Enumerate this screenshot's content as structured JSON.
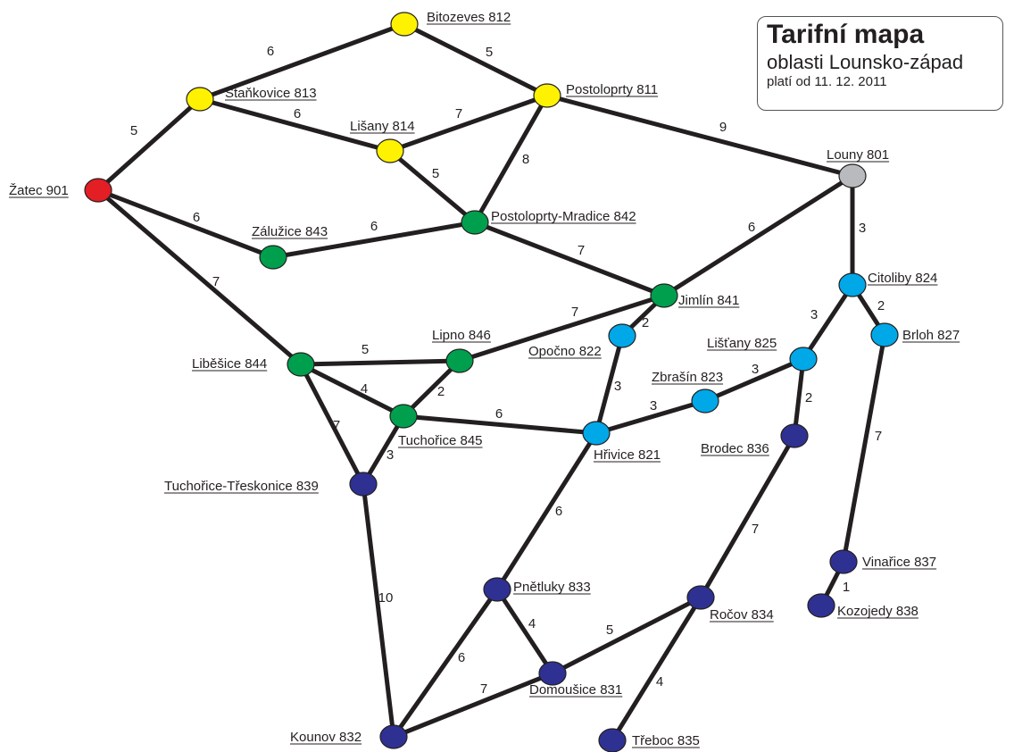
{
  "title": {
    "main": "Tarifní mapa",
    "subtitle": "oblasti Lounsko-západ",
    "validity": "platí od 11. 12. 2011"
  },
  "zone_colors": {
    "red": "#e31e24",
    "yellow": "#fff200",
    "gray": "#b9babd",
    "green": "#009f4d",
    "light_blue": "#00a8e8",
    "dark_blue": "#2e3192"
  },
  "stops": [
    {
      "id": "zatec",
      "label": "Žatec 901",
      "zone": "red"
    },
    {
      "id": "bitozeves",
      "label": "Bitozeves 812",
      "zone": "yellow"
    },
    {
      "id": "stankovice",
      "label": "Staňkovice 813",
      "zone": "yellow"
    },
    {
      "id": "postoloprty",
      "label": "Postoloprty 811",
      "zone": "yellow"
    },
    {
      "id": "lisany",
      "label": "Lišany 814",
      "zone": "yellow"
    },
    {
      "id": "louny",
      "label": "Louny 801",
      "zone": "gray"
    },
    {
      "id": "mradice",
      "label": "Postoloprty-Mradice 842",
      "zone": "green"
    },
    {
      "id": "zaluzice",
      "label": "Zálužice 843",
      "zone": "green"
    },
    {
      "id": "jimlin",
      "label": "Jimlín 841",
      "zone": "green"
    },
    {
      "id": "libesice",
      "label": "Liběšice 844",
      "zone": "green"
    },
    {
      "id": "lipno",
      "label": "Lipno 846",
      "zone": "green"
    },
    {
      "id": "tuchorice",
      "label": "Tuchořice 845",
      "zone": "green"
    },
    {
      "id": "citoliby",
      "label": "Citoliby 824",
      "zone": "light_blue"
    },
    {
      "id": "brloh",
      "label": "Brloh 827",
      "zone": "light_blue"
    },
    {
      "id": "listany",
      "label": "Lišťany 825",
      "zone": "light_blue"
    },
    {
      "id": "opocno",
      "label": "Opočno 822",
      "zone": "light_blue"
    },
    {
      "id": "zbrasin",
      "label": "Zbrašín 823",
      "zone": "light_blue"
    },
    {
      "id": "hrivice",
      "label": "Hřivice 821",
      "zone": "light_blue"
    },
    {
      "id": "brodec",
      "label": "Brodec 836",
      "zone": "dark_blue"
    },
    {
      "id": "treskonice",
      "label": "Tuchořice-Třeskonice 839",
      "zone": "dark_blue"
    },
    {
      "id": "vinarice",
      "label": "Vinařice 837",
      "zone": "dark_blue"
    },
    {
      "id": "kozojedy",
      "label": "Kozojedy 838",
      "zone": "dark_blue"
    },
    {
      "id": "pnetluky",
      "label": "Pnětluky 833",
      "zone": "dark_blue"
    },
    {
      "id": "rocov",
      "label": "Ročov 834",
      "zone": "dark_blue"
    },
    {
      "id": "domousice",
      "label": "Domoušice 831",
      "zone": "dark_blue"
    },
    {
      "id": "kounov",
      "label": "Kounov 832",
      "zone": "dark_blue"
    },
    {
      "id": "treboc",
      "label": "Třeboc 835",
      "zone": "dark_blue"
    }
  ],
  "edges": [
    {
      "from": "bitozeves",
      "to": "stankovice",
      "weight": "6"
    },
    {
      "from": "bitozeves",
      "to": "postoloprty",
      "weight": "5"
    },
    {
      "from": "stankovice",
      "to": "zatec",
      "weight": "5"
    },
    {
      "from": "stankovice",
      "to": "lisany",
      "weight": "6"
    },
    {
      "from": "lisany",
      "to": "postoloprty",
      "weight": "7"
    },
    {
      "from": "postoloprty",
      "to": "louny",
      "weight": "9"
    },
    {
      "from": "postoloprty",
      "to": "mradice",
      "weight": "8"
    },
    {
      "from": "lisany",
      "to": "mradice",
      "weight": "5"
    },
    {
      "from": "zatec",
      "to": "zaluzice",
      "weight": "6"
    },
    {
      "from": "zaluzice",
      "to": "mradice",
      "weight": "6"
    },
    {
      "from": "zatec",
      "to": "libesice",
      "weight": "7"
    },
    {
      "from": "mradice",
      "to": "jimlin",
      "weight": "7"
    },
    {
      "from": "louny",
      "to": "jimlin",
      "weight": "6"
    },
    {
      "from": "louny",
      "to": "citoliby",
      "weight": "3"
    },
    {
      "from": "jimlin",
      "to": "lipno",
      "weight": "7"
    },
    {
      "from": "jimlin",
      "to": "opocno",
      "weight": "2"
    },
    {
      "from": "libesice",
      "to": "lipno",
      "weight": "5"
    },
    {
      "from": "libesice",
      "to": "tuchorice",
      "weight": "4"
    },
    {
      "from": "libesice",
      "to": "treskonice",
      "weight": "7"
    },
    {
      "from": "lipno",
      "to": "tuchorice",
      "weight": "2"
    },
    {
      "from": "tuchorice",
      "to": "treskonice",
      "weight": "3"
    },
    {
      "from": "tuchorice",
      "to": "hrivice",
      "weight": "6"
    },
    {
      "from": "opocno",
      "to": "hrivice",
      "weight": "3"
    },
    {
      "from": "hrivice",
      "to": "zbrasin",
      "weight": "3"
    },
    {
      "from": "zbrasin",
      "to": "listany",
      "weight": "3"
    },
    {
      "from": "citoliby",
      "to": "listany",
      "weight": "3"
    },
    {
      "from": "citoliby",
      "to": "brloh",
      "weight": "2"
    },
    {
      "from": "listany",
      "to": "brodec",
      "weight": "2"
    },
    {
      "from": "brloh",
      "to": "vinarice",
      "weight": "7"
    },
    {
      "from": "vinarice",
      "to": "kozojedy",
      "weight": "1"
    },
    {
      "from": "hrivice",
      "to": "pnetluky",
      "weight": "6"
    },
    {
      "from": "brodec",
      "to": "rocov",
      "weight": "7"
    },
    {
      "from": "treskonice",
      "to": "kounov",
      "weight": "10"
    },
    {
      "from": "pnetluky",
      "to": "domousice",
      "weight": "4"
    },
    {
      "from": "pnetluky",
      "to": "kounov",
      "weight": "6"
    },
    {
      "from": "rocov",
      "to": "domousice",
      "weight": "5"
    },
    {
      "from": "domousice",
      "to": "kounov",
      "weight": "7"
    },
    {
      "from": "rocov",
      "to": "treboc",
      "weight": "4"
    }
  ]
}
